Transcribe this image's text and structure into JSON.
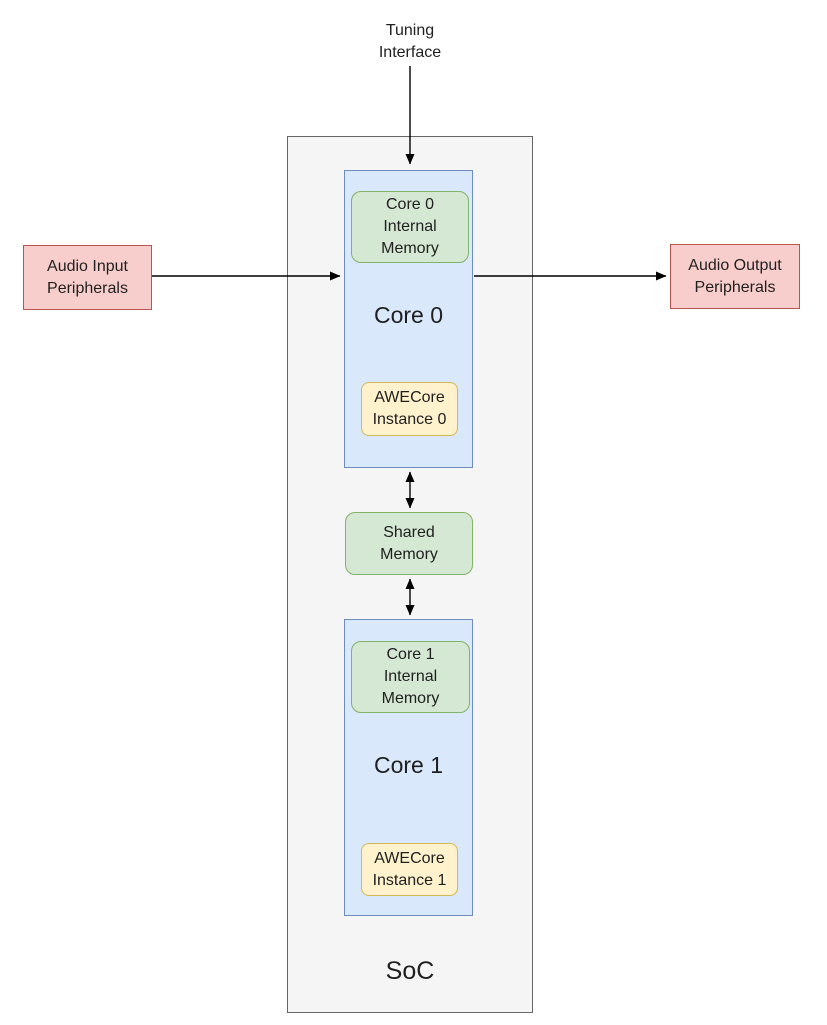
{
  "diagram": {
    "tuning_interface": {
      "label": "Tuning\nInterface"
    },
    "audio_input": {
      "label": "Audio Input\nPeripherals"
    },
    "audio_output": {
      "label": "Audio Output\nPeripherals"
    },
    "soc": {
      "label": "SoC",
      "core0": {
        "label": "Core 0",
        "internal_memory_label": "Core 0\nInternal\nMemory",
        "awecore_label": "AWECore\nInstance 0"
      },
      "shared_memory": {
        "label": "Shared\nMemory"
      },
      "core1": {
        "label": "Core 1",
        "internal_memory_label": "Core 1\nInternal\nMemory",
        "awecore_label": "AWECore\nInstance 1"
      }
    },
    "connections": [
      {
        "from": "tuning-interface",
        "to": "core0",
        "type": "arrow"
      },
      {
        "from": "audio-input-peripherals",
        "to": "core0",
        "type": "arrow"
      },
      {
        "from": "core0",
        "to": "audio-output-peripherals",
        "type": "arrow"
      },
      {
        "from": "core0",
        "to": "shared-memory",
        "type": "bidirectional-arrow"
      },
      {
        "from": "shared-memory",
        "to": "core1",
        "type": "bidirectional-arrow"
      }
    ],
    "palette": {
      "core_fill": "#dae8fc",
      "core_stroke": "#6c8ebf",
      "memory_fill": "#d5e8d4",
      "memory_stroke": "#82b366",
      "awecore_fill": "#fff2cc",
      "awecore_stroke": "#d6b656",
      "peripheral_fill": "#f8cecc",
      "peripheral_stroke": "#b85450",
      "soc_fill": "#f5f5f5",
      "soc_stroke": "#666666",
      "arrow_color": "#000000"
    }
  }
}
